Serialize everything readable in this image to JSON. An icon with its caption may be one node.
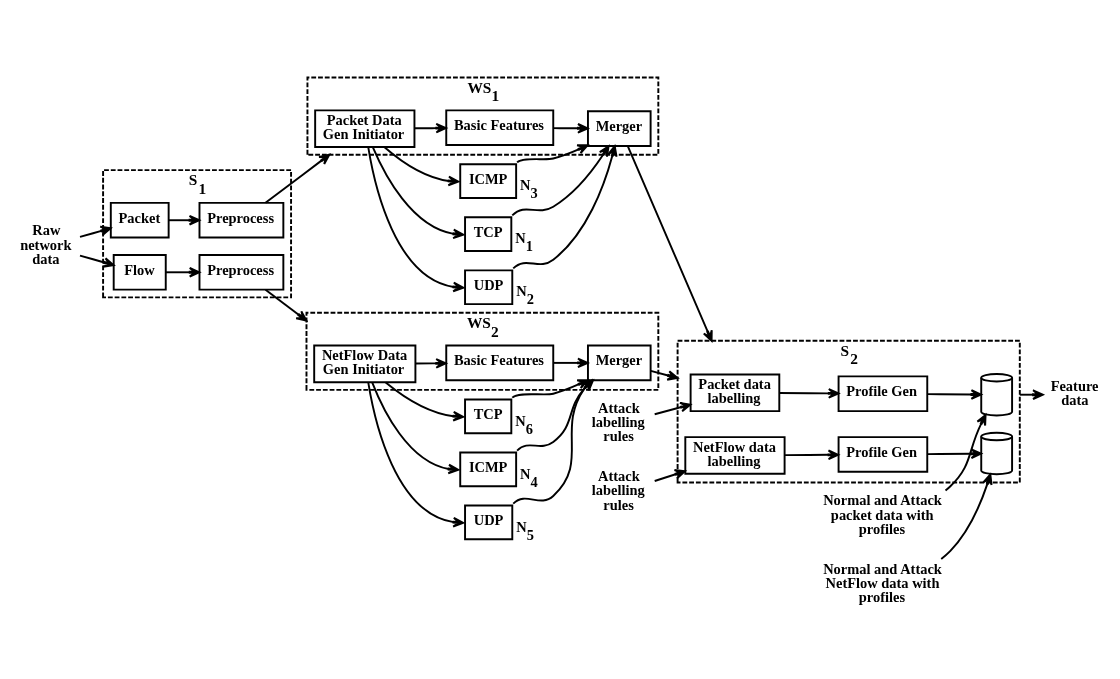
{
  "diagram": {
    "nodes": [
      {
        "text": [
          "Raw network data"
        ]
      },
      {
        "text": [
          "S$_{1}$"
        ]
      },
      {
        "text": [
          "Packet"
        ],
        "in": 1
      },
      {
        "text": [
          "Preprocess"
        ],
        "in": 1
      },
      {
        "text": [
          "Flow"
        ],
        "in": 1
      },
      {
        "text": [
          "Preprocess"
        ],
        "in": 1
      },
      {
        "text": [
          "WS$_{1}$"
        ]
      },
      {
        "text": [
          "Merger"
        ],
        "in": 6
      },
      {
        "text": [
          "Basic Features"
        ],
        "in": 6
      },
      {
        "text": [
          "Packet Data Gen Initiator"
        ],
        "in": 6
      },
      {
        "text": [
          "TCP"
        ],
        "beside": [
          "N$_{1}$"
        ]
      },
      {
        "text": [
          "UDP"
        ],
        "beside": [
          "N$_{2}$"
        ]
      },
      {
        "text": [
          "ICMP"
        ],
        "beside": [
          "N$_{3}$"
        ]
      },
      {
        "text": [
          "WS$_{2}$"
        ]
      },
      {
        "text": [
          "NetFlow Data Gen Initiator"
        ],
        "in": 13
      },
      {
        "text": [
          "Basic Features"
        ],
        "in": 13
      },
      {
        "text": [
          "Merger"
        ],
        "in": 13
      },
      {
        "text": [
          "ICMP"
        ],
        "beside": [
          "N$_{4}$"
        ]
      },
      {
        "text": [
          "UDP"
        ],
        "beside": [
          "N$_{5}$"
        ]
      },
      {
        "text": [
          "TCP"
        ],
        "beside": [
          "N$_{6}$"
        ]
      },
      {
        "text": [
          "S$_{2}$"
        ]
      },
      {
        "text": [
          "Packet data labelling"
        ],
        "in": 20
      },
      {
        "text": [
          "Profile Gen"
        ],
        "in": 20
      },
      {
        "text": [],
        "shape": "cylinder",
        "in": 20
      },
      {
        "text": [
          "NetFlow data labelling"
        ],
        "in": 20
      },
      {
        "text": [
          "Profile Gen"
        ],
        "in": 20
      },
      {
        "text": [],
        "shape": "cylinder",
        "in": 20
      },
      {
        "text": [
          "Attack labelling rules"
        ]
      },
      {
        "text": [
          "Normal and Attack packet data with profiles"
        ]
      },
      {
        "text": [
          "Attack labelling rules"
        ]
      },
      {
        "text": [
          "Normal and Attack NetFlow data with profiles"
        ]
      },
      {
        "text": [
          "Feature data"
        ]
      }
    ],
    "edges": [
      {
        "from": 0,
        "to": 2,
        "arrow": "to"
      },
      {
        "from": 0,
        "to": 4,
        "arrow": "to"
      },
      {
        "from": 2,
        "to": 3,
        "arrow": "to"
      },
      {
        "from": 4,
        "to": 5,
        "arrow": "to"
      },
      {
        "from": 3,
        "to": 6,
        "arrow": "to"
      },
      {
        "from": 5,
        "to": 13,
        "arrow": "to"
      },
      {
        "from": 9,
        "to": 8,
        "arrow": "to"
      },
      {
        "from": 8,
        "to": 7,
        "arrow": "to"
      },
      {
        "from": 9,
        "to": 10,
        "arrow": "to"
      },
      {
        "from": 9,
        "to": 11,
        "arrow": "to"
      },
      {
        "from": 9,
        "to": 12,
        "arrow": "to"
      },
      {
        "from": 10,
        "to": 7,
        "arrow": "to"
      },
      {
        "from": 11,
        "to": 7,
        "arrow": "to"
      },
      {
        "from": 12,
        "to": 7,
        "arrow": "to"
      },
      {
        "from": 7,
        "to": 20,
        "arrow": "to"
      },
      {
        "from": 14,
        "to": 15,
        "arrow": "to"
      },
      {
        "from": 15,
        "to": 16,
        "arrow": "to"
      },
      {
        "from": 14,
        "to": 17,
        "arrow": "to"
      },
      {
        "from": 14,
        "to": 18,
        "arrow": "to"
      },
      {
        "from": 14,
        "to": 19,
        "arrow": "to"
      },
      {
        "from": 17,
        "to": 16,
        "arrow": "to"
      },
      {
        "from": 18,
        "to": 16,
        "arrow": "to"
      },
      {
        "from": 19,
        "to": 16,
        "arrow": "to"
      },
      {
        "from": 16,
        "to": 20,
        "arrow": "to"
      },
      {
        "from": 27,
        "to": 21,
        "arrow": "to"
      },
      {
        "from": 21,
        "to": 22,
        "arrow": "to"
      },
      {
        "from": 22,
        "to": 23,
        "arrow": "to"
      },
      {
        "from": 28,
        "to": 23,
        "arrow": "to"
      },
      {
        "from": 29,
        "to": 24,
        "arrow": "to"
      },
      {
        "from": 24,
        "to": 25,
        "arrow": "to"
      },
      {
        "from": 25,
        "to": 26,
        "arrow": "to"
      },
      {
        "from": 30,
        "to": 26,
        "arrow": "to"
      },
      {
        "from": 20,
        "to": 31,
        "arrow": "to"
      }
    ]
  }
}
